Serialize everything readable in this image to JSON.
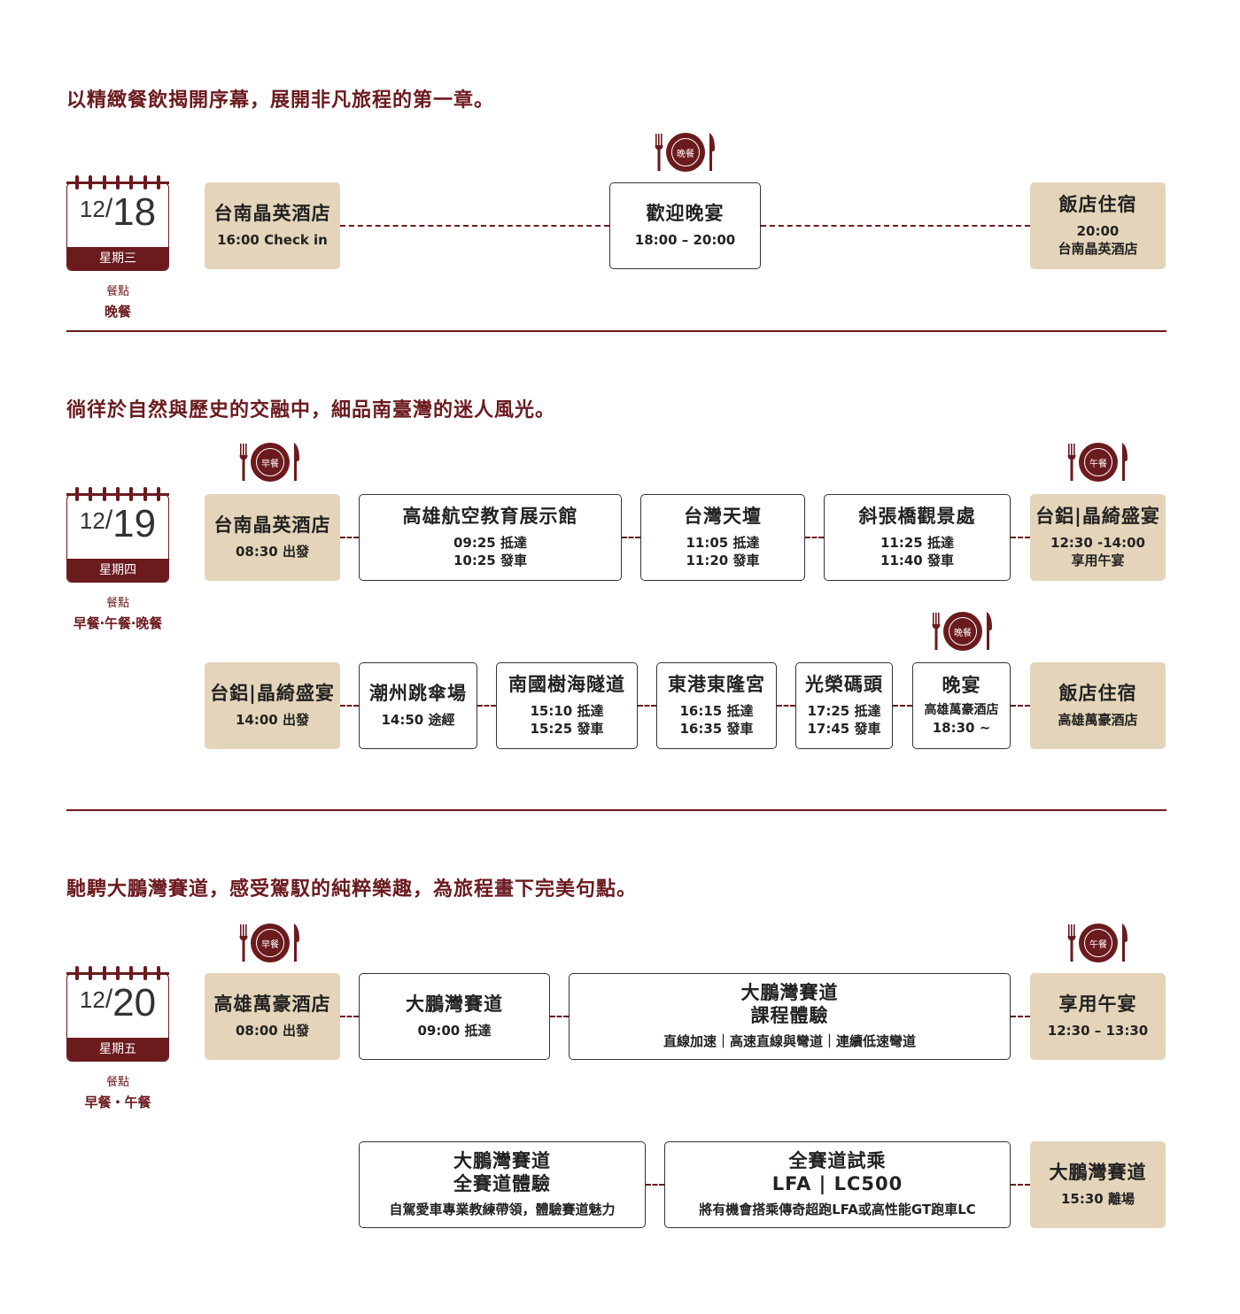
{
  "colors": {
    "accent": "#6b1a1e",
    "tan": "#e4d4b9"
  },
  "days": [
    {
      "heading": "以精緻餐飲揭開序幕，展開非凡旅程的第一章。",
      "month": "12",
      "day": "18",
      "weekday": "星期三",
      "meals_label": "餐點",
      "meals": "晚餐",
      "stops": [
        {
          "title": "台南晶英酒店",
          "lines": [
            "16:00 Check in"
          ]
        },
        {
          "title": "歡迎晚宴",
          "lines": [
            "18:00 – 20:00"
          ],
          "meal_icon": "晚餐"
        },
        {
          "title": "飯店住宿",
          "lines": [
            "20:00",
            "台南晶英酒店"
          ]
        }
      ]
    },
    {
      "heading": "徜徉於自然與歷史的交融中，細品南臺灣的迷人風光。",
      "month": "12",
      "day": "19",
      "weekday": "星期四",
      "meals_label": "餐點",
      "meals": "早餐‧午餐‧晚餐",
      "row1": [
        {
          "title": "台南晶英酒店",
          "lines": [
            "08:30 出發"
          ],
          "meal_icon": "早餐"
        },
        {
          "title": "高雄航空教育展示館",
          "lines": [
            "09:25 抵達",
            "10:25 發車"
          ]
        },
        {
          "title": "台灣天壇",
          "lines": [
            "11:05 抵達",
            "11:20 發車"
          ]
        },
        {
          "title": "斜張橋觀景處",
          "lines": [
            "11:25 抵達",
            "11:40 發車"
          ]
        },
        {
          "title": "台鋁|晶綺盛宴",
          "lines": [
            "12:30 -14:00",
            "享用午宴"
          ],
          "meal_icon": "午餐"
        }
      ],
      "row2": [
        {
          "title": "台鋁|晶綺盛宴",
          "lines": [
            "14:00 出發"
          ]
        },
        {
          "title": "潮州跳傘場",
          "lines": [
            "14:50 途經"
          ]
        },
        {
          "title": "南國樹海隧道",
          "lines": [
            "15:10 抵達",
            "15:25 發車"
          ]
        },
        {
          "title": "東港東隆宮",
          "lines": [
            "16:15 抵達",
            "16:35 發車"
          ]
        },
        {
          "title": "光榮碼頭",
          "lines": [
            "17:25 抵達",
            "17:45 發車"
          ]
        },
        {
          "title": "晚宴",
          "lines": [
            "高雄萬豪酒店",
            "18:30 ~"
          ],
          "meal_icon": "晚餐"
        },
        {
          "title": "飯店住宿",
          "lines": [
            "高雄萬豪酒店"
          ]
        }
      ]
    },
    {
      "heading": "馳騁大鵬灣賽道，感受駕馭的純粹樂趣，為旅程畫下完美句點。",
      "month": "12",
      "day": "20",
      "weekday": "星期五",
      "meals_label": "餐點",
      "meals": "早餐・午餐",
      "row1": [
        {
          "title": "高雄萬豪酒店",
          "lines": [
            "08:00 出發"
          ],
          "meal_icon": "早餐"
        },
        {
          "title": "大鵬灣賽道",
          "lines": [
            "09:00 抵達"
          ]
        },
        {
          "title": "大鵬灣賽道",
          "title2": "課程體驗",
          "lines": [
            "直線加速｜高速直線與彎道｜連續低速彎道"
          ]
        },
        {
          "title": "享用午宴",
          "lines": [
            "12:30 – 13:30"
          ],
          "meal_icon": "午餐"
        }
      ],
      "row2": [
        {
          "title": "大鵬灣賽道",
          "title2": "全賽道體驗",
          "lines": [
            "自駕愛車專業教練帶領，體驗賽道魅力"
          ]
        },
        {
          "title": "全賽道試乘",
          "title2": "LFA | LC500",
          "lines": [
            "將有機會搭乘傳奇超跑LFA或高性能GT跑車LC"
          ]
        },
        {
          "title": "大鵬灣賽道",
          "lines": [
            "15:30 離場"
          ]
        }
      ]
    }
  ]
}
